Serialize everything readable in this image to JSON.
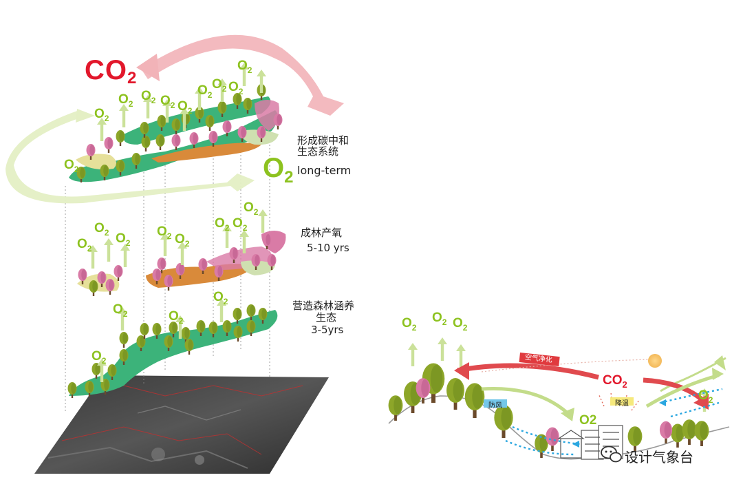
{
  "labels": {
    "co2_main": "CO",
    "co2_main_sub": "2",
    "o2_main": "O",
    "o2_main_sub": "2",
    "long_term": "long-term",
    "stage_top_line1": "形成碳中和",
    "stage_top_line2": "生态系统",
    "stage_mid_line1": "成林产氧",
    "stage_mid_years": "5-10 yrs",
    "stage_bot_line1": "营造森林涵养",
    "stage_bot_line2": "生态",
    "stage_bot_years": "3-5yrs",
    "o2_marker": "O",
    "o2_marker_sub": "2"
  },
  "section_diagram": {
    "tag_air": "空气净化",
    "tag_cool": "降温",
    "tag_wind": "防风",
    "co2_label": "CO",
    "co2_label_sub": "2",
    "o2_label": "O2"
  },
  "watermark": {
    "text": "设计气象台"
  },
  "colors": {
    "co2_red": "#e2172b",
    "o2_green": "#8dc21f",
    "arrow_pink": "#f2b3b8",
    "arrow_lightgreen": "#e4efc4",
    "forest_green": "#3cb37a",
    "tree_olive": "#8da629",
    "tree_pink": "#d97ba6",
    "soil_orange": "#d98a3a",
    "pale_yellow": "#e6e09a",
    "tag_red": "#e03a3e",
    "tag_yellow": "#f6e97c",
    "tag_blue": "#74c7ea"
  }
}
